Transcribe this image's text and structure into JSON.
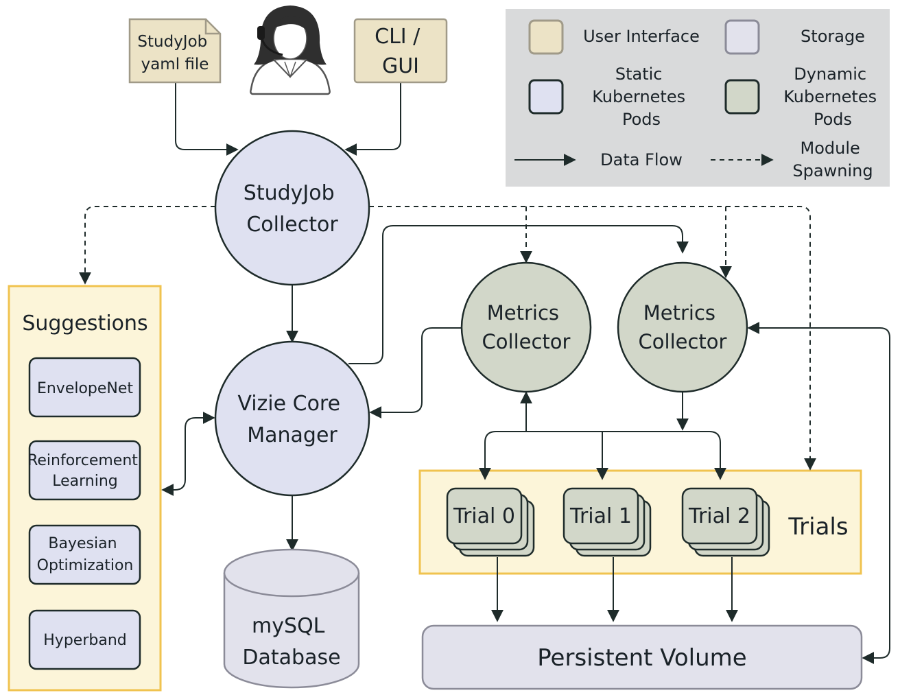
{
  "inputs": {
    "studyjob_file": [
      "StudyJob",
      "yaml file"
    ],
    "cli_gui": [
      "CLI /",
      "GUI"
    ]
  },
  "nodes": {
    "studyjob_collector": [
      "StudyJob",
      "Collector"
    ],
    "vizie_core_manager": [
      "Vizie Core",
      "Manager"
    ],
    "metrics_collector_1": [
      "Metrics",
      "Collector"
    ],
    "metrics_collector_2": [
      "Metrics",
      "Collector"
    ],
    "mysql_database": [
      "mySQL",
      "Database"
    ],
    "persistent_volume": "Persistent Volume"
  },
  "suggestions": {
    "title": "Suggestions",
    "items": [
      [
        "EnvelopeNet"
      ],
      [
        "Reinforcement",
        "Learning"
      ],
      [
        "Bayesian",
        "Optimization"
      ],
      [
        "Hyperband"
      ]
    ]
  },
  "trials": {
    "title": "Trials",
    "items": [
      "Trial 0",
      "Trial 1",
      "Trial 2"
    ]
  },
  "legend": {
    "user_interface": "User Interface",
    "storage": "Storage",
    "static_pods": [
      "Static",
      "Kubernetes",
      "Pods"
    ],
    "dynamic_pods": [
      "Dynamic",
      "Kubernetes",
      "Pods"
    ],
    "data_flow": "Data Flow",
    "module_spawning": [
      "Module",
      "Spawning"
    ]
  },
  "colors": {
    "user_interface": "#ece3c6",
    "storage": "#e2e2ec",
    "static_pods": "#dfe1f1",
    "dynamic_pods": "#d2d7c9",
    "group_border": "#f0c34f",
    "group_fill": "#fcf5d9",
    "legend_bg": "#d9dadb",
    "line": "#1e2b2a"
  }
}
